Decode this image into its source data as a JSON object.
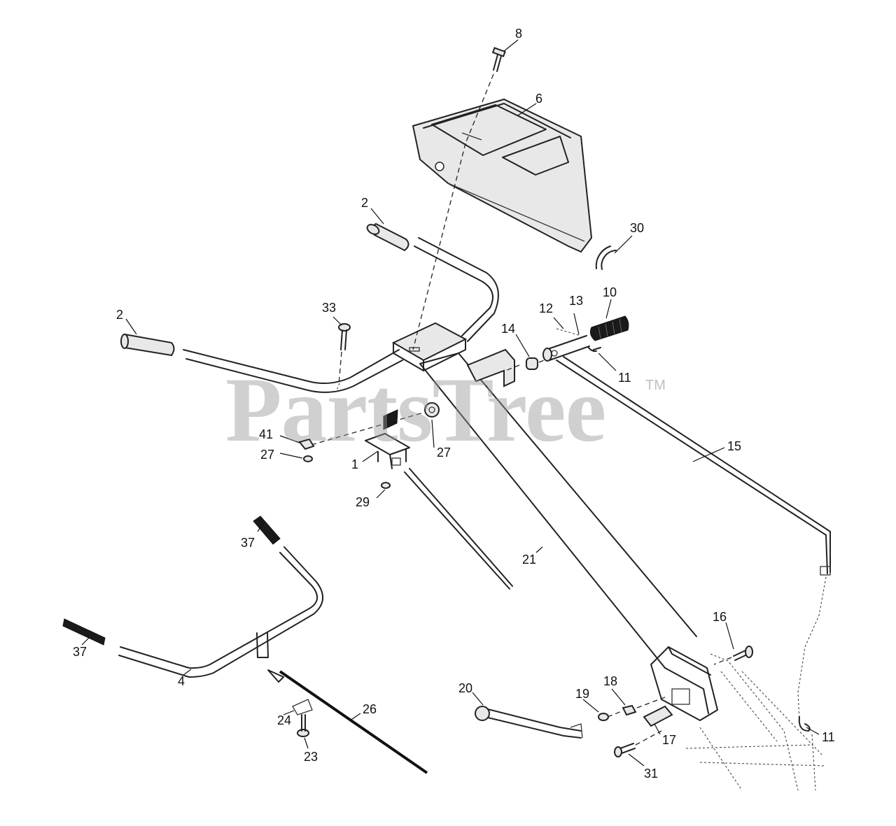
{
  "watermark": {
    "text": "PartsTree",
    "tm": "TM"
  },
  "callouts": [
    {
      "id": "c8",
      "text": "8"
    },
    {
      "id": "c6",
      "text": "6"
    },
    {
      "id": "c30",
      "text": "30"
    },
    {
      "id": "c2a",
      "text": "2"
    },
    {
      "id": "c2b",
      "text": "2"
    },
    {
      "id": "c33",
      "text": "33"
    },
    {
      "id": "c10",
      "text": "10"
    },
    {
      "id": "c12",
      "text": "12"
    },
    {
      "id": "c13",
      "text": "13"
    },
    {
      "id": "c14",
      "text": "14"
    },
    {
      "id": "c11a",
      "text": "11"
    },
    {
      "id": "c15",
      "text": "15"
    },
    {
      "id": "c41",
      "text": "41"
    },
    {
      "id": "c27a",
      "text": "27"
    },
    {
      "id": "c27b",
      "text": "27"
    },
    {
      "id": "c1",
      "text": "1"
    },
    {
      "id": "c29",
      "text": "29"
    },
    {
      "id": "c37a",
      "text": "37"
    },
    {
      "id": "c37b",
      "text": "37"
    },
    {
      "id": "c21",
      "text": "21"
    },
    {
      "id": "c4",
      "text": "4"
    },
    {
      "id": "c16",
      "text": "16"
    },
    {
      "id": "c20",
      "text": "20"
    },
    {
      "id": "c19",
      "text": "19"
    },
    {
      "id": "c18",
      "text": "18"
    },
    {
      "id": "c17",
      "text": "17"
    },
    {
      "id": "c11b",
      "text": "11"
    },
    {
      "id": "c24",
      "text": "24"
    },
    {
      "id": "c26",
      "text": "26"
    },
    {
      "id": "c23",
      "text": "23"
    },
    {
      "id": "c31",
      "text": "31"
    }
  ]
}
